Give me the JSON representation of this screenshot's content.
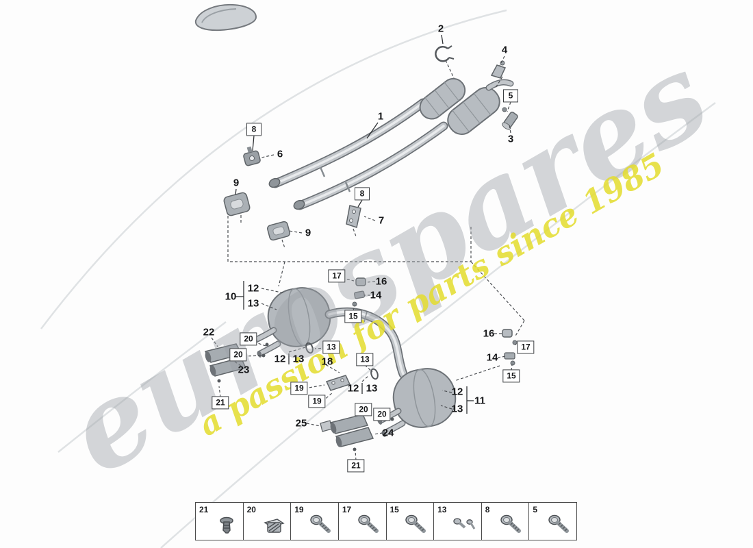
{
  "watermark": {
    "brand": "eurospares",
    "tagline": "a passion for parts since 1985",
    "brand_color": "#9ba0a6",
    "tagline_color": "#e4dd2e"
  },
  "colors": {
    "line": "#4b4e52",
    "part_fill": "#b4b9be",
    "part_stroke": "#6d7277"
  },
  "callouts": [
    {
      "text": "2"
    },
    {
      "text": "4"
    },
    {
      "text": "5"
    },
    {
      "text": "1"
    },
    {
      "text": "3"
    },
    {
      "text": "8"
    },
    {
      "text": "6"
    },
    {
      "text": "9"
    },
    {
      "text": "8"
    },
    {
      "text": "7"
    },
    {
      "text": "9"
    },
    {
      "text": "17"
    },
    {
      "text": "16"
    },
    {
      "text": "12"
    },
    {
      "text": "10"
    },
    {
      "text": "14"
    },
    {
      "text": "13"
    },
    {
      "text": "15"
    },
    {
      "text": "22"
    },
    {
      "text": "16"
    },
    {
      "text": "20"
    },
    {
      "text": "13"
    },
    {
      "text": "17"
    },
    {
      "text": "20"
    },
    {
      "text": "12"
    },
    {
      "text": "13"
    },
    {
      "text": "18"
    },
    {
      "text": "13"
    },
    {
      "text": "14"
    },
    {
      "text": "23"
    },
    {
      "text": "15"
    },
    {
      "text": "12"
    },
    {
      "text": "13"
    },
    {
      "text": "19"
    },
    {
      "text": "12"
    },
    {
      "text": "11"
    },
    {
      "text": "19"
    },
    {
      "text": "21"
    },
    {
      "text": "13"
    },
    {
      "text": "20"
    },
    {
      "text": "20"
    },
    {
      "text": "25"
    },
    {
      "text": "24"
    },
    {
      "text": "21"
    }
  ],
  "legend": {
    "items": [
      {
        "label": "21",
        "icon": "rivet-icon"
      },
      {
        "label": "20",
        "icon": "cage-nut-icon"
      },
      {
        "label": "19",
        "icon": "flange-screw-icon"
      },
      {
        "label": "17",
        "icon": "flange-screw-icon"
      },
      {
        "label": "15",
        "icon": "flange-screw-icon"
      },
      {
        "label": "13",
        "icon": "bolt-pair-icon"
      },
      {
        "label": "8",
        "icon": "flange-screw-icon"
      },
      {
        "label": "5",
        "icon": "flange-screw-icon"
      }
    ]
  }
}
